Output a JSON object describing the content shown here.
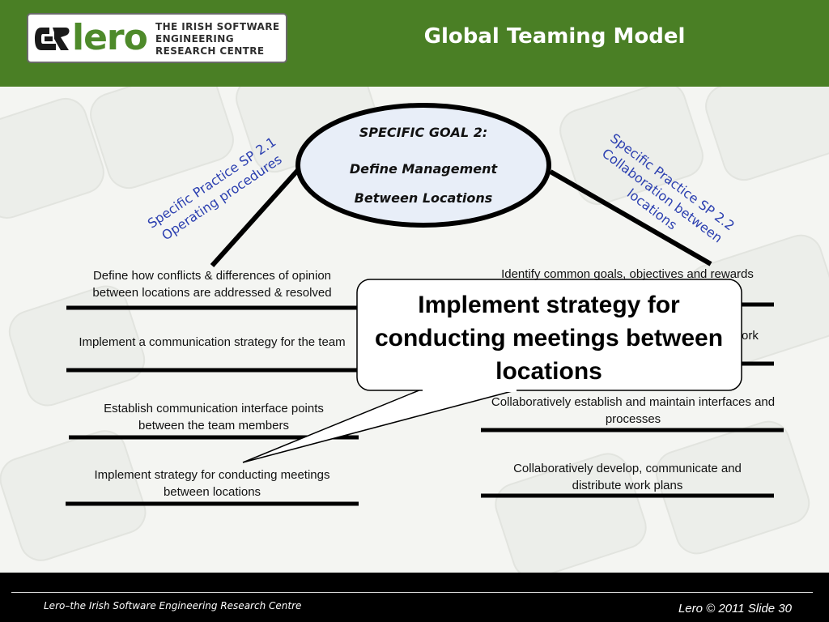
{
  "header": {
    "logo_word": "lero",
    "logo_subtitle": [
      "THE IRISH SOFTWARE",
      "ENGINEERING",
      "RESEARCH CENTRE"
    ],
    "title": "Global Teaming Model"
  },
  "goal": {
    "label": "SPECIFIC GOAL 2:",
    "line1": "Define Management",
    "line2": "Between Locations"
  },
  "practices": {
    "left": [
      "Specific Practice SP 2.1",
      "Operating procedures"
    ],
    "right": [
      "Specific Practice SP 2.2",
      "Collaboration between",
      "locations"
    ]
  },
  "left_items": [
    "Define how conflicts & differences of opinion between locations are addressed & resolved",
    "Implement a communication strategy for the team",
    "Establish communication interface points between the team members",
    "Implement strategy for conducting meetings between locations"
  ],
  "right_items": [
    "Identify common goals, objectives and rewards",
    "ork",
    "Collaboratively establish and maintain interfaces and processes",
    "Collaboratively develop, communicate and distribute work plans"
  ],
  "callout": {
    "text": "Implement strategy for conducting meetings between locations"
  },
  "footer": {
    "left": "Lero–the Irish Software Engineering Research Centre",
    "right": "Lero © 2011 Slide 30"
  },
  "colors": {
    "header_green": "#4a7f25",
    "logo_green": "#4e8a2a",
    "practice_blue": "#2b3fb0",
    "ellipse_fill": "#e8eef8"
  },
  "icons": {
    "logo_mark": "lero-logo-mark"
  }
}
